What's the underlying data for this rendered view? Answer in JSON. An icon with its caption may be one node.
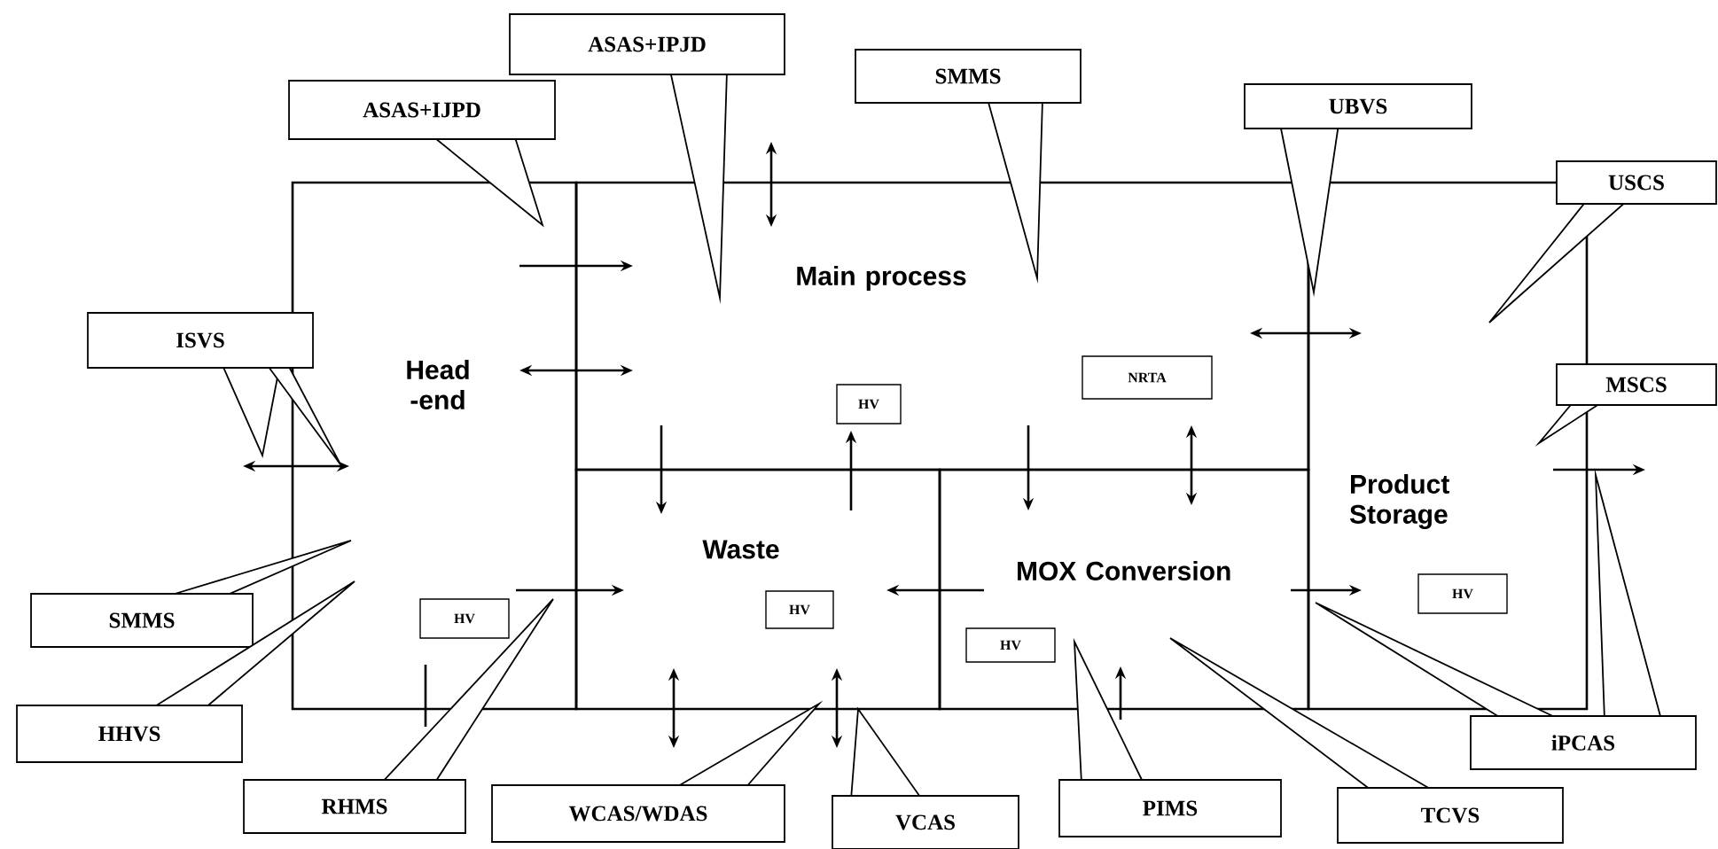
{
  "diagram": {
    "nodes": [
      {
        "text": [
          "Head -end"
        ]
      },
      {
        "text": [
          "Main process"
        ]
      },
      {
        "text": [
          "Waste"
        ]
      },
      {
        "text": [
          "MOX Conversion"
        ]
      },
      {
        "text": [
          "Product Storage"
        ]
      },
      {
        "text": [
          "HV"
        ],
        "in": 1
      },
      {
        "text": [
          "NRTA"
        ],
        "in": 1
      },
      {
        "text": [
          "HV"
        ],
        "in": 0
      },
      {
        "text": [
          "HV"
        ],
        "in": 2
      },
      {
        "text": [
          "HV"
        ],
        "in": 3
      },
      {
        "text": [
          "HV"
        ],
        "in": 4
      },
      {
        "text": [
          "ASAS+IPJD"
        ]
      },
      {
        "text": [
          "ASAS+IJPD"
        ]
      },
      {
        "text": [
          "SMMS"
        ]
      },
      {
        "text": [
          "UBVS"
        ]
      },
      {
        "text": [
          "USCS"
        ]
      },
      {
        "text": [
          "ISVS"
        ]
      },
      {
        "text": [
          "MSCS"
        ]
      },
      {
        "text": [
          "SMMS"
        ]
      },
      {
        "text": [
          "HHVS"
        ]
      },
      {
        "text": [
          "RHMS"
        ]
      },
      {
        "text": [
          "WCAS/WDAS"
        ]
      },
      {
        "text": [
          "VCAS"
        ]
      },
      {
        "text": [
          "PIMS"
        ]
      },
      {
        "text": [
          "TCVS"
        ]
      },
      {
        "text": [
          "iPCAS"
        ]
      }
    ]
  }
}
